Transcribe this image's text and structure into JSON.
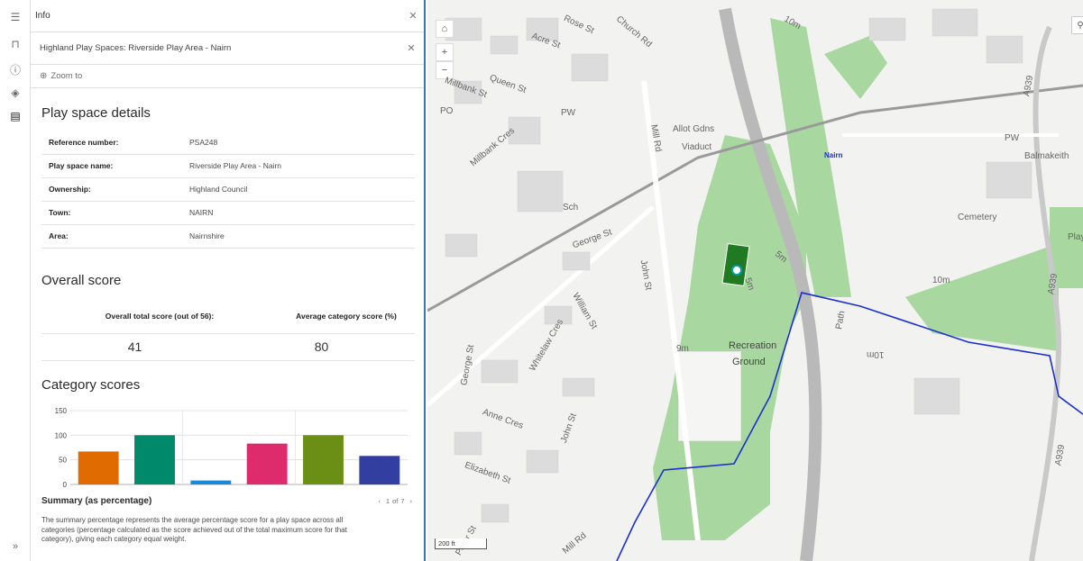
{
  "rail": {
    "icons": [
      "layers-list-icon",
      "bookmark-icon",
      "info-icon",
      "basemap-icon",
      "popup-icon"
    ],
    "expand": "»"
  },
  "panel": {
    "title": "Info",
    "feature_title": "Highland Play Spaces: Riverside Play Area - Nairn",
    "zoom_to": "Zoom to"
  },
  "details": {
    "heading": "Play space details",
    "rows": [
      {
        "key": "Reference number:",
        "value": "PSA248"
      },
      {
        "key": "Play space name:",
        "value": "Riverside Play Area - Nairn"
      },
      {
        "key": "Ownership:",
        "value": "Highland Council"
      },
      {
        "key": "Town:",
        "value": "NAIRN"
      },
      {
        "key": "Area:",
        "value": "Nairnshire"
      }
    ]
  },
  "overall": {
    "heading": "Overall score",
    "col1_label": "Overall total score (out of 56):",
    "col2_label": "Average category score (%)",
    "col1_value": "41",
    "col2_value": "80"
  },
  "category": {
    "heading": "Category scores",
    "summary_title": "Summary (as percentage)",
    "pager": {
      "current": "1",
      "sep": "of",
      "total": "7"
    },
    "description": "The summary percentage represents the average percentage score for a play space across all categories (percentage calculated as the score achieved out of the total maximum score for that category), giving each category equal weight."
  },
  "chart_data": {
    "type": "bar",
    "categories": [
      "",
      "",
      "",
      "",
      "",
      ""
    ],
    "values": [
      67,
      100,
      8,
      83,
      100,
      58
    ],
    "colors": [
      "#e06b00",
      "#00896b",
      "#1a88d8",
      "#de2b6b",
      "#6a8f14",
      "#333fa0"
    ],
    "yticks": [
      0,
      50,
      100,
      150
    ],
    "ylim": [
      0,
      150
    ],
    "grid": true
  },
  "map": {
    "labels": [
      "Rose St",
      "Acre St",
      "Church Rd",
      "Queen St",
      "Millbank St",
      "PO",
      "PW",
      "Allot Gdns",
      "Viaduct",
      "Mill Rd",
      "Millbank Cres",
      "Sch",
      "George St",
      "Nairn",
      "PW",
      "Balmakeith",
      "Cemetery",
      "Playing Field",
      "10m",
      "John St",
      "William St",
      "Whitelaw Cres",
      "Recreation",
      "Ground",
      "9m",
      "Path",
      "George St",
      "Anne Cres",
      "John St",
      "Elizabeth St",
      "Peter St",
      "Mill Rd",
      "A939",
      "A939",
      "A939",
      "5m",
      "5m",
      "10m",
      "10m"
    ],
    "scale": "200 ft",
    "controls": [
      "home-icon",
      "zoom-in-icon",
      "zoom-out-icon"
    ]
  }
}
